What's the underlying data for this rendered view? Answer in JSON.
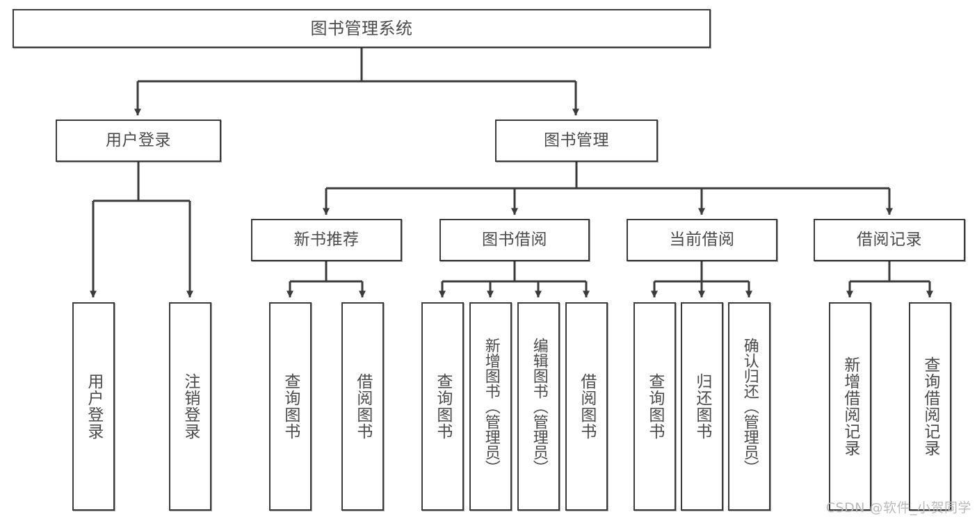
{
  "diagram": {
    "title": "图书管理系统",
    "watermark": "CSDN @软件_小贺同学",
    "colors": {
      "stroke": "#3a3a3a",
      "text": "#4a4a4a",
      "background": "#ffffff",
      "watermark": "#b9b9b9"
    },
    "root": {
      "label": "图书管理系统"
    },
    "level1": [
      {
        "label": "用户登录"
      },
      {
        "label": "图书管理"
      }
    ],
    "level2": [
      {
        "label": "新书推荐"
      },
      {
        "label": "图书借阅"
      },
      {
        "label": "当前借阅"
      },
      {
        "label": "借阅记录"
      }
    ],
    "leaves": {
      "user_login": [
        {
          "label": "用户登录"
        },
        {
          "label": "注销登录"
        }
      ],
      "new_book": [
        {
          "label": "查询图书"
        },
        {
          "label": "借阅图书"
        }
      ],
      "borrow": [
        {
          "label": "查询图书"
        },
        {
          "label": "新增图书（管理员）"
        },
        {
          "label": "编辑图书（管理员）"
        },
        {
          "label": "借阅图书"
        }
      ],
      "current": [
        {
          "label": "查询图书"
        },
        {
          "label": "归还图书"
        },
        {
          "label": "确认归还（管理员）"
        }
      ],
      "records": [
        {
          "label": "新增借阅记录"
        },
        {
          "label": "查询借阅记录"
        }
      ]
    }
  }
}
